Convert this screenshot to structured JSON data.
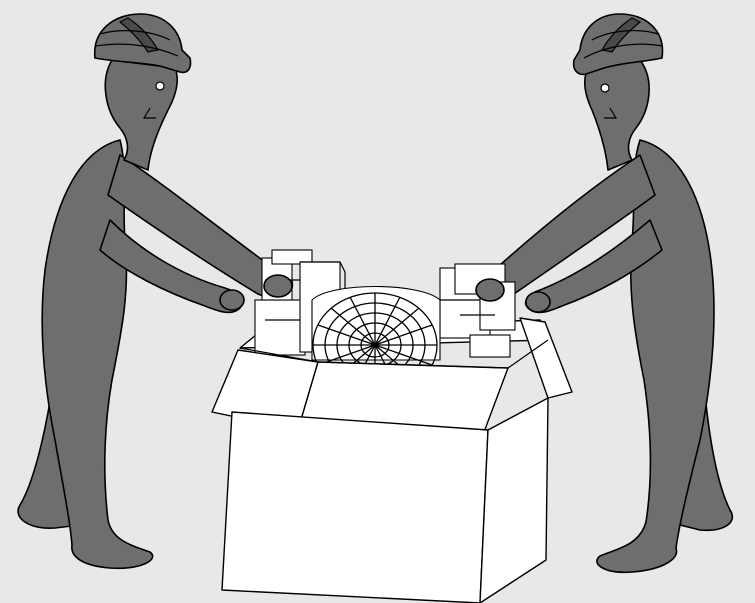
{
  "illustration": {
    "background": "#e8e8e8",
    "figure_color": "#6e6e70",
    "outline_color": "#000000",
    "box_color": "#ffffff",
    "subjects": [
      "left-worker",
      "right-worker",
      "cardboard-box",
      "fan-unit"
    ]
  }
}
